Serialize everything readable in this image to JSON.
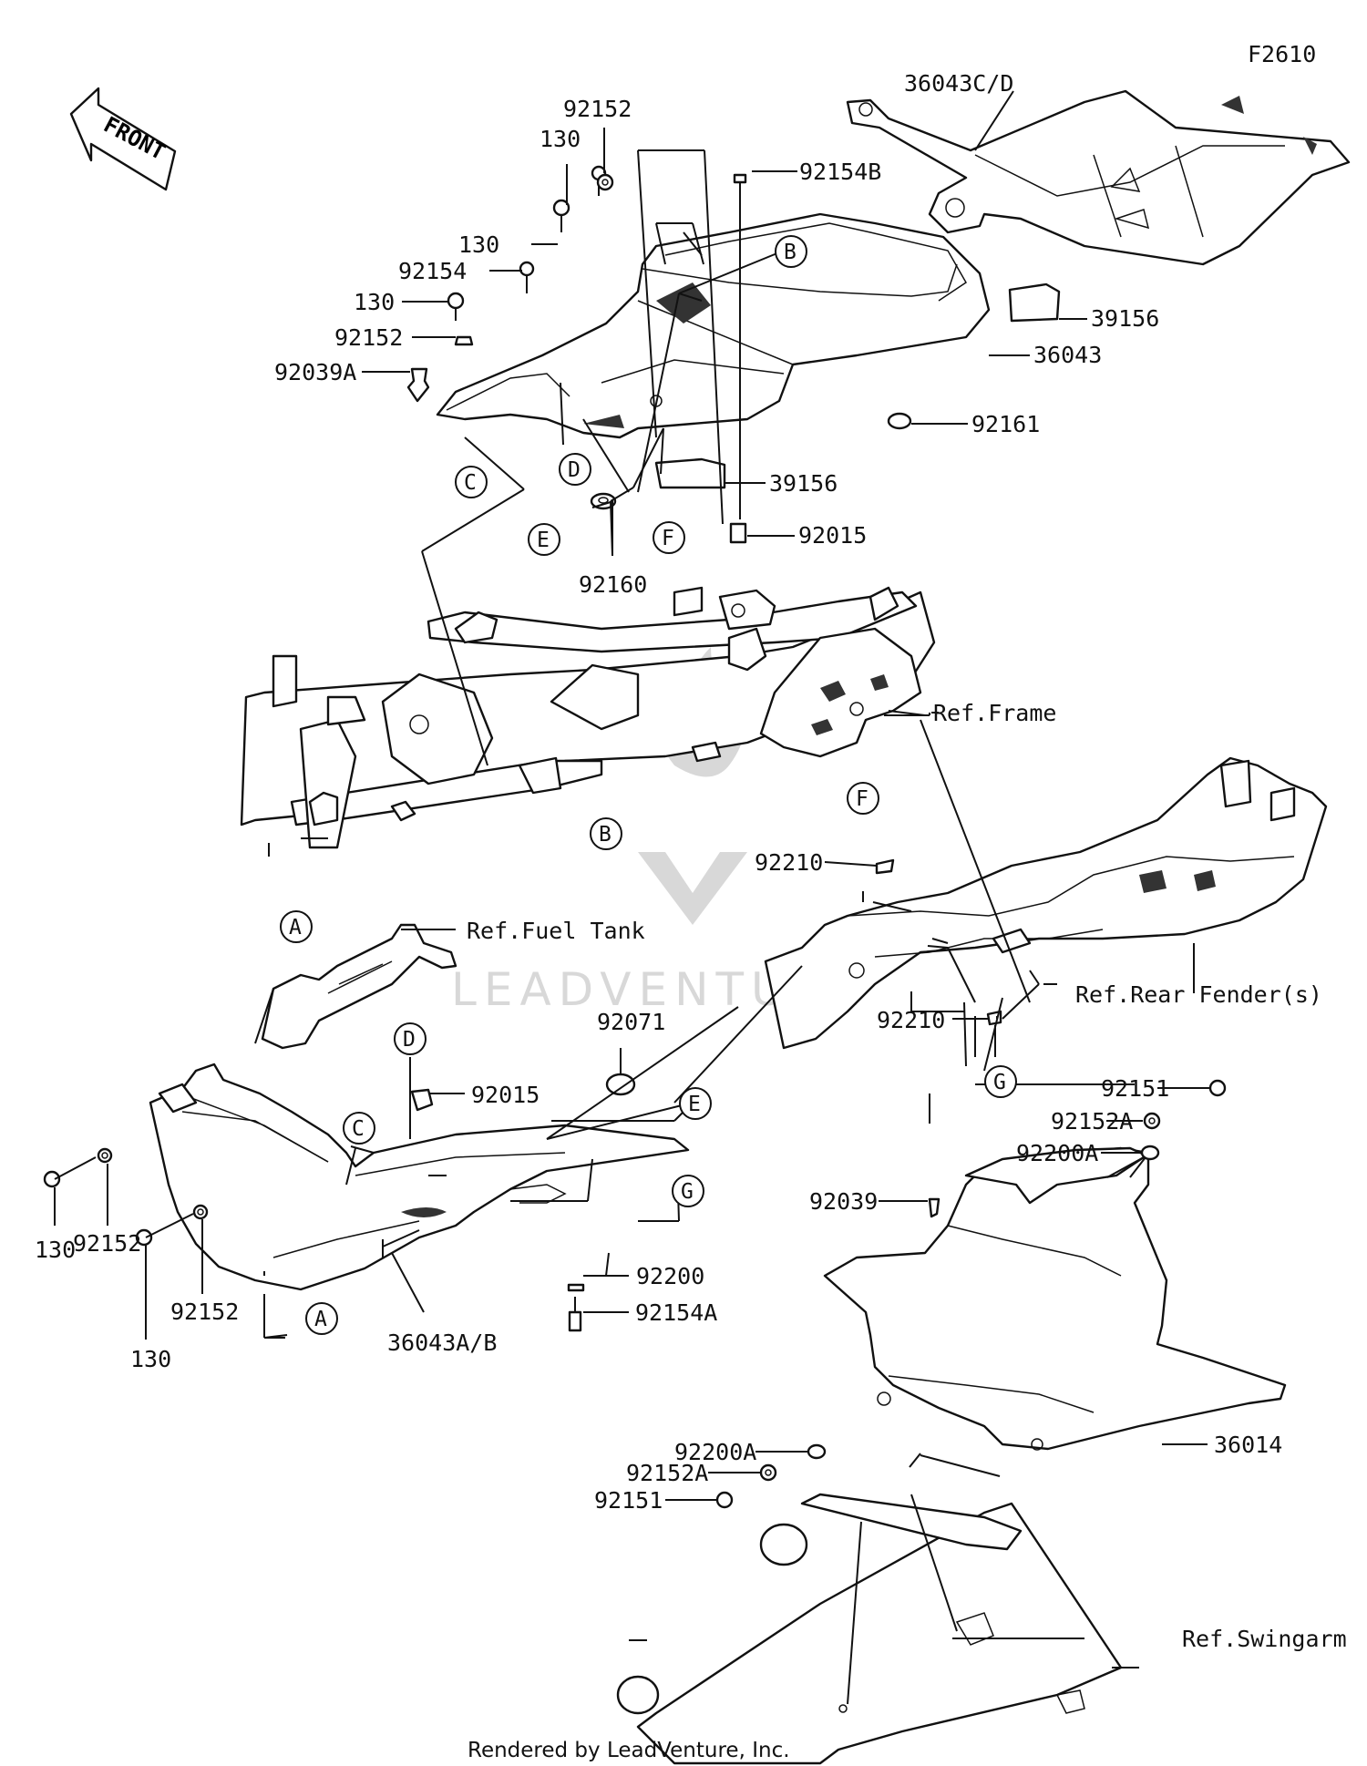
{
  "figure_code": "F2610",
  "front_arrow": "FRONT",
  "watermark": "LEADVENTURE",
  "footer": "Rendered by LeadVenture, Inc.",
  "callouts": {
    "top_fairing_cd": "36043C/D",
    "collar_92152_top": "92152",
    "bolt_130_top": "130",
    "bolt_92154b": "92154B",
    "bolt_130_mid": "130",
    "bolt_92154": "92154",
    "bolt_130_left": "130",
    "collar_92152_left": "92152",
    "rivet_92039a": "92039A",
    "pad_39156_upper": "39156",
    "seat_cowl_36043": "36043",
    "grommet_92161": "92161",
    "pad_39156_lower": "39156",
    "damper_92160": "92160",
    "collar_92015_upper": "92015",
    "ref_frame": "Ref.Frame",
    "clip_92210_upper": "92210",
    "ref_fuel_tank": "Ref.Fuel Tank",
    "ref_rear_fender": "Ref.Rear Fender(s)",
    "damper_92071": "92071",
    "clip_92210_lower": "92210",
    "collar_92015_lower": "92015",
    "bolt_92151_upper": "92151",
    "collar_92152a_upper": "92152A",
    "washer_92200a_upper": "92200A",
    "rivet_92039": "92039",
    "bolt_130_lower1": "130",
    "collar_92152_lower1": "92152",
    "collar_92152_lower2": "92152",
    "bolt_130_lower2": "130",
    "washer_92200": "92200",
    "bolt_92154a": "92154A",
    "side_cover_36043ab": "36043A/B",
    "chain_cover_36014": "36014",
    "washer_92200a_lower": "92200A",
    "collar_92152a_lower": "92152A",
    "bolt_92151_lower": "92151",
    "ref_swingarm": "Ref.Swingarm"
  },
  "letters": {
    "b_top": "B",
    "c_top": "C",
    "d_top": "D",
    "e_top": "E",
    "f_top": "F",
    "b_frame": "B",
    "a_frame": "A",
    "f_fender": "F",
    "g_fender": "G",
    "d_lower": "D",
    "c_lower": "C",
    "e_lower": "E",
    "g_lower": "G",
    "a_lower": "A"
  }
}
